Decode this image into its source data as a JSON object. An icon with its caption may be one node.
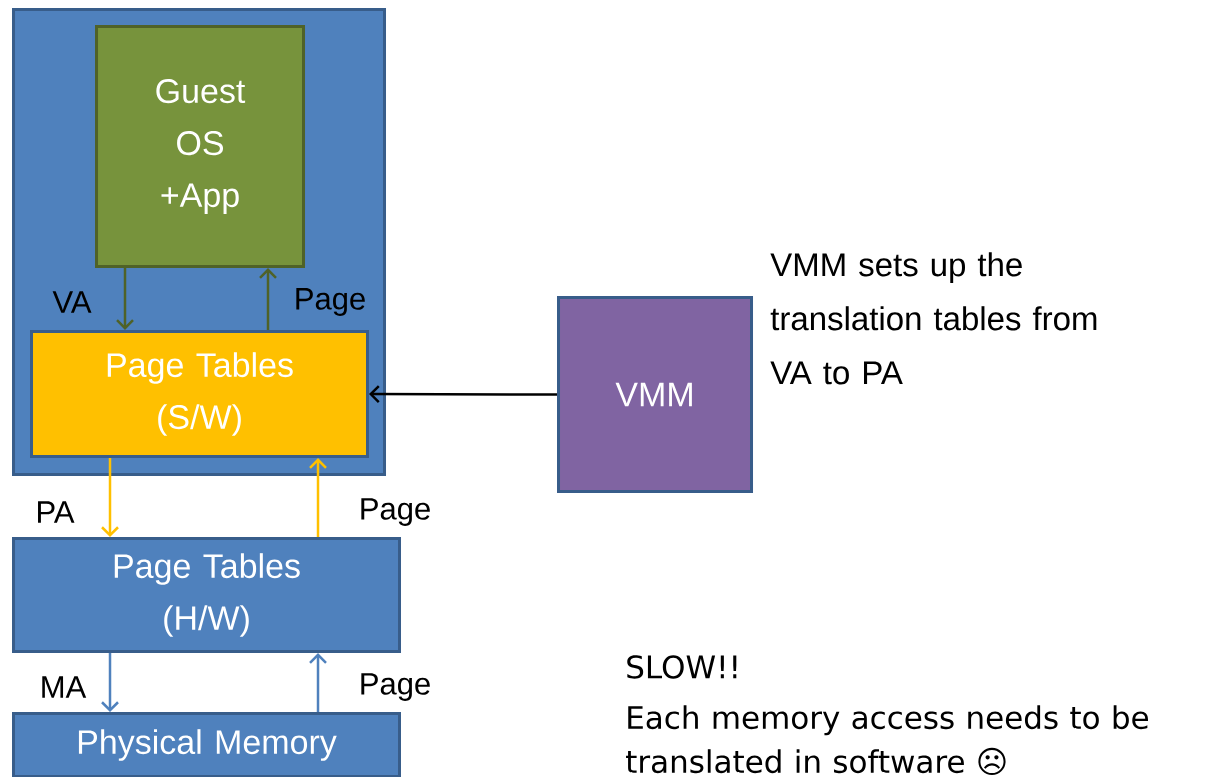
{
  "diagram": {
    "nodes": [
      {
        "text": [],
        "shape": "box"
      },
      {
        "text": [
          "Guest OS +App"
        ],
        "in": 0
      },
      {
        "text": [
          "Page Tables (S/W)"
        ],
        "in": 0
      },
      {
        "text": [
          "VMM"
        ],
        "beside": [
          "VMM sets up the translation tables from VA to PA"
        ]
      },
      {
        "text": [
          "Page Tables (H/W)"
        ]
      },
      {
        "text": [
          "Physical Memory"
        ]
      }
    ],
    "edges": [
      {
        "from": 1,
        "to": 2,
        "arrow": "to",
        "label": "VA",
        "color": "#4f6228"
      },
      {
        "from": 2,
        "to": 1,
        "arrow": "to",
        "label": "Page",
        "color": "#4f6228"
      },
      {
        "from": 3,
        "to": 2,
        "arrow": "to",
        "color": "#000000"
      },
      {
        "from": 2,
        "to": 4,
        "arrow": "to",
        "label": "PA",
        "color": "#ffc000"
      },
      {
        "from": 4,
        "to": 2,
        "arrow": "to",
        "label": "Page",
        "color": "#ffc000"
      },
      {
        "from": 4,
        "to": 5,
        "arrow": "to",
        "label": "MA",
        "color": "#4f81bd"
      },
      {
        "from": 5,
        "to": 4,
        "arrow": "to",
        "label": "Page",
        "color": "#4f81bd"
      }
    ],
    "labels": [
      "SLOW!!",
      "Each memory access needs to be translated in software ☹"
    ]
  }
}
